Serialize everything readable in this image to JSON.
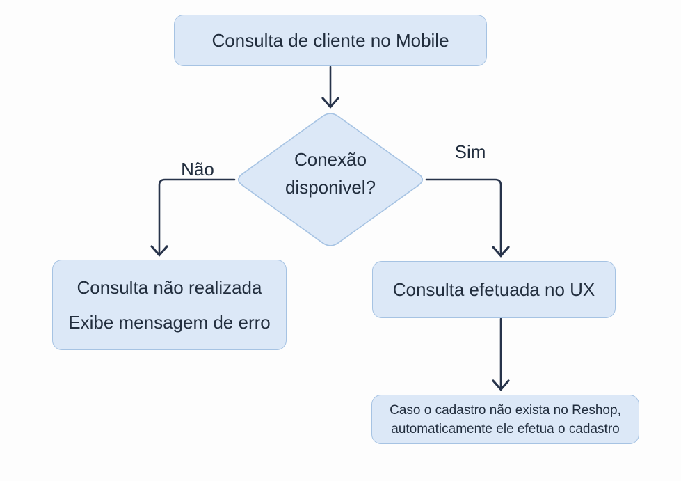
{
  "diagram": {
    "title_implicit": "Consulta de cliente no Mobile flow",
    "colors": {
      "node_fill": "#dce8f7",
      "node_border": "#a6c3e3",
      "text": "#222e3e",
      "connector": "#27334a",
      "background": "#fdfdfd"
    },
    "nodes": {
      "start": {
        "label": "Consulta de cliente no Mobile"
      },
      "decision": {
        "line1": "Conexão",
        "line2": "disponivel?"
      },
      "no_result": {
        "line1": "Consulta não realizada",
        "line2": "Exibe mensagem de erro"
      },
      "yes_result": {
        "label": "Consulta efetuada no UX"
      },
      "auto_register": {
        "line1": "Caso o cadastro não exista no Reshop,",
        "line2": "automaticamente ele efetua o cadastro"
      }
    },
    "edges": {
      "no_label": "Não",
      "yes_label": "Sim"
    }
  }
}
